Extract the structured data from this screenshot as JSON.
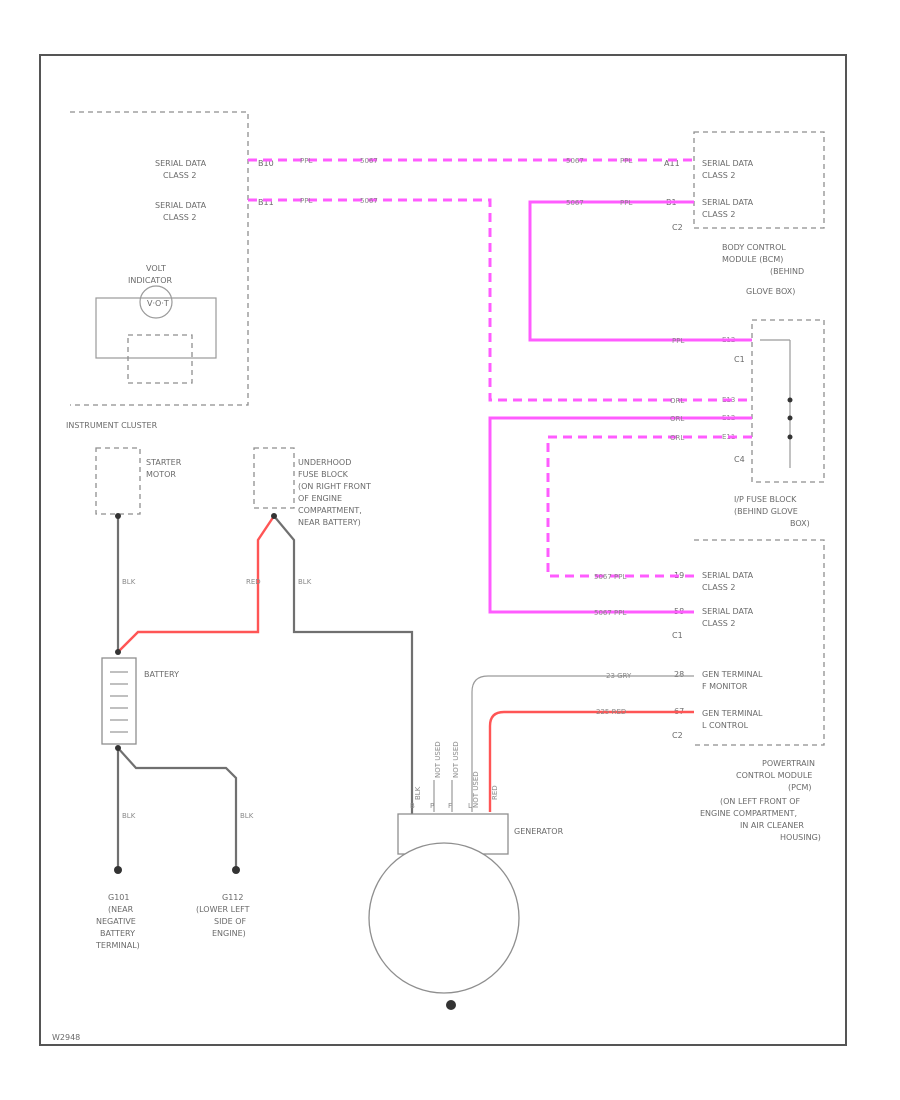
{
  "diagram": {
    "code": "W2948",
    "wire_colors": {
      "serial_data": "#ff5cff",
      "battery_feed": "#ff5555",
      "ground": "#707070"
    },
    "instrument_cluster": {
      "title": "INSTRUMENT CLUSTER",
      "serial1": [
        "SERIAL DATA",
        "CLASS 2"
      ],
      "serial2": [
        "SERIAL DATA",
        "CLASS 2"
      ],
      "pin1": "B10",
      "pin2": "B11",
      "volt": [
        "VOLT",
        "INDICATOR"
      ]
    },
    "bcm": {
      "label1": [
        "SERIAL DATA",
        "CLASS 2"
      ],
      "label2": [
        "SERIAL DATA",
        "CLASS 2"
      ],
      "pin1": "A11",
      "pin2": "B1",
      "conn": "C2",
      "title": [
        "BODY CONTROL",
        "MODULE (BCM)",
        "(BEHIND",
        "GLOVE BOX)"
      ]
    },
    "ip_fuse": {
      "c1": "C1",
      "c4": "C4",
      "pins": [
        "E12",
        "E13",
        "E12",
        "E11"
      ],
      "title": [
        "I/P FUSE BLOCK",
        "(BEHIND GLOVE",
        "BOX)"
      ]
    },
    "pcm": {
      "serial1": [
        "SERIAL DATA",
        "CLASS 2"
      ],
      "serial2": [
        "SERIAL DATA",
        "CLASS 2"
      ],
      "pin_s1": "19",
      "pin_s2": "58",
      "c1": "C1",
      "gen_f": [
        "GEN TERMINAL",
        "F MONITOR"
      ],
      "gen_l": [
        "GEN TERMINAL",
        "L CONTROL"
      ],
      "pin_f": "28",
      "pin_l": "67",
      "c2": "C2",
      "title": [
        "POWERTRAIN",
        "CONTROL MODULE",
        "(PCM)",
        "(ON LEFT FRONT OF",
        "ENGINE COMPARTMENT,",
        "IN AIR CLEANER",
        "HOUSING)"
      ]
    },
    "wires": {
      "pcm_s1": "5067 PPL",
      "pcm_s2": "5067 PPL",
      "pcm_f": "23 GRY",
      "pcm_l": "225 RED",
      "ic_w1": [
        "5067",
        "PPL"
      ],
      "ic_w2": [
        "5067",
        "PPL"
      ],
      "bcm_w1": [
        "5067",
        "PPL"
      ],
      "bcm_w2": [
        "5067",
        "PPL"
      ],
      "fuse_w": [
        "PPL",
        "ORL",
        "ORL",
        "ORL"
      ],
      "bat_top": "BLK",
      "bat_red": "RED",
      "bat_gray": "BLK",
      "bat_bottom": "BLK",
      "bat_bottom2": "BLK",
      "gen_b": "BLK",
      "gen_red": "RED"
    },
    "starter": [
      "STARTER",
      "MOTOR"
    ],
    "underhood": [
      "UNDERHOOD",
      "FUSE BLOCK",
      "(ON RIGHT FRONT",
      "OF ENGINE",
      "COMPARTMENT,",
      "NEAR BATTERY)"
    ],
    "battery": "BATTERY",
    "generator": "GENERATOR",
    "gen_terms": [
      "B",
      "P",
      "F",
      "L"
    ],
    "gen_term_labels": [
      "NOT USED",
      "NOT USED",
      "NOT USED"
    ],
    "ground1": [
      "G101",
      "(NEAR",
      "NEGATIVE",
      "BATTERY",
      "TERMINAL)"
    ],
    "ground2": [
      "G112",
      "(LOWER LEFT",
      "SIDE OF",
      "ENGINE)"
    ]
  }
}
